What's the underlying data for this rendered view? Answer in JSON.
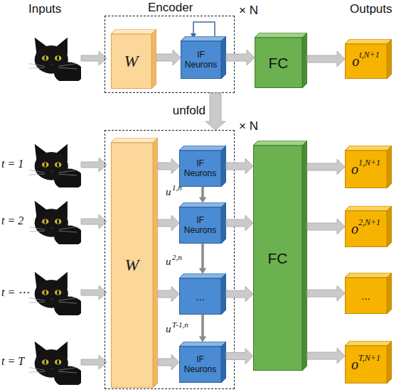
{
  "diagram": {
    "nodes": [
      {
        "text": [
          "Encoder",
          "× N"
        ]
      },
      {
        "text": [
          "W"
        ],
        "in": 0
      },
      {
        "text": [
          "IF Neurons"
        ],
        "in": 0
      },
      {
        "text": [
          "FC"
        ]
      },
      {
        "text": [
          "o",
          "t,N+1"
        ]
      },
      {
        "text": [
          "× N"
        ]
      },
      {
        "text": [
          "W"
        ],
        "in": 5
      },
      {
        "text": [
          "IF Neurons"
        ],
        "in": 5
      },
      {
        "text": [
          "IF Neurons"
        ],
        "in": 5
      },
      {
        "text": [
          "..."
        ],
        "in": 5
      },
      {
        "text": [
          "IF Neurons"
        ],
        "in": 5
      },
      {
        "text": [
          "FC"
        ]
      },
      {
        "text": [
          "o",
          "1,N+1"
        ]
      },
      {
        "text": [
          "o",
          "2,N+1"
        ]
      },
      {
        "text": [
          "..."
        ]
      },
      {
        "text": [
          "o",
          "T,N+1"
        ]
      }
    ],
    "edges": [
      {
        "from": 1,
        "to": 2,
        "arrow": "to"
      },
      {
        "from": 2,
        "to": 3,
        "arrow": "to"
      },
      {
        "from": 3,
        "to": 4,
        "arrow": "to"
      },
      {
        "from": 0,
        "to": 5,
        "label": "unfold",
        "arrow": "to"
      },
      {
        "from": 6,
        "to": 7,
        "arrow": "to"
      },
      {
        "from": 6,
        "to": 8,
        "arrow": "to"
      },
      {
        "from": 6,
        "to": 9,
        "arrow": "to"
      },
      {
        "from": 6,
        "to": 10,
        "arrow": "to"
      },
      {
        "from": 7,
        "to": 8,
        "arrow": "to"
      },
      {
        "from": 8,
        "to": 9,
        "arrow": "to"
      },
      {
        "from": 9,
        "to": 10,
        "arrow": "to"
      },
      {
        "from": 7,
        "to": 11,
        "arrow": "to"
      },
      {
        "from": 8,
        "to": 11,
        "arrow": "to"
      },
      {
        "from": 9,
        "to": 11,
        "arrow": "to"
      },
      {
        "from": 10,
        "to": 11,
        "arrow": "to"
      },
      {
        "from": 11,
        "to": 12,
        "arrow": "to"
      },
      {
        "from": 11,
        "to": 13,
        "arrow": "to"
      },
      {
        "from": 11,
        "to": 14,
        "arrow": "to"
      },
      {
        "from": 11,
        "to": 15,
        "arrow": "to"
      }
    ],
    "labels": [
      "Inputs",
      "Outputs",
      "t = 1",
      "t = 2",
      "t = ⋯",
      "t = T",
      "u",
      "1,n",
      "u",
      "2,n",
      "u",
      "T-1,n"
    ]
  }
}
